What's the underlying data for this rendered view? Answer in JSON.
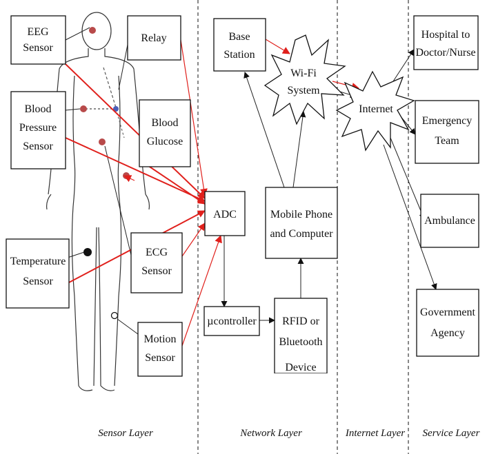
{
  "sensor_boxes": {
    "eeg": [
      "EEG",
      "Sensor"
    ],
    "relay": [
      "Relay"
    ],
    "bp": [
      "Blood",
      "Pressure",
      "Sensor"
    ],
    "glucose": [
      "Blood",
      "Glucose"
    ],
    "temp": [
      "Temperature",
      "Sensor"
    ],
    "ecg": [
      "ECG",
      "Sensor"
    ],
    "motion": [
      "Motion",
      "Sensor"
    ]
  },
  "network_boxes": {
    "base_station": [
      "Base",
      "Station"
    ],
    "wifi": [
      "Wi-Fi",
      "System"
    ],
    "adc": [
      "ADC"
    ],
    "mobile": [
      "Mobile Phone",
      "and Computer"
    ],
    "ucontroller": [
      "µcontroller"
    ],
    "rfid": [
      "RFID or",
      "Bluetooth",
      "Device"
    ]
  },
  "internet_boxes": {
    "internet": [
      "Internet"
    ]
  },
  "service_boxes": {
    "hospital": [
      "Hospital to",
      "Doctor/Nurse"
    ],
    "emergency": [
      "Emergency",
      "Team"
    ],
    "ambulance": [
      "Ambulance"
    ],
    "government": [
      "Government",
      "Agency"
    ]
  },
  "layers": {
    "sensor": "Sensor Layer",
    "network": "Network Layer",
    "internet": "Internet Layer",
    "service": "Service Layer"
  },
  "colors": {
    "arrow_red": "#e0201c",
    "line_black": "#111111"
  }
}
